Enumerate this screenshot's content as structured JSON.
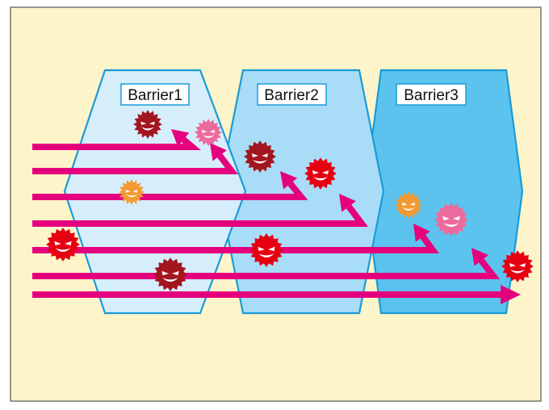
{
  "colors": {
    "background": "#fdf4c9",
    "frame": "#555555",
    "barrier_fills": [
      "#d6eefb",
      "#a9dcf6",
      "#5bc3ee"
    ],
    "barrier_stroke": "#1a9bd8",
    "arrow": "#e5007e",
    "virus": {
      "dark": "#a3161f",
      "red": "#e60012",
      "pink": "#ec6b9c",
      "orange": "#f39a33"
    }
  },
  "barriers": [
    {
      "label": "Barrier1"
    },
    {
      "label": "Barrier2"
    },
    {
      "label": "Barrier3"
    }
  ],
  "icons": {
    "threat": "virus-icon"
  }
}
